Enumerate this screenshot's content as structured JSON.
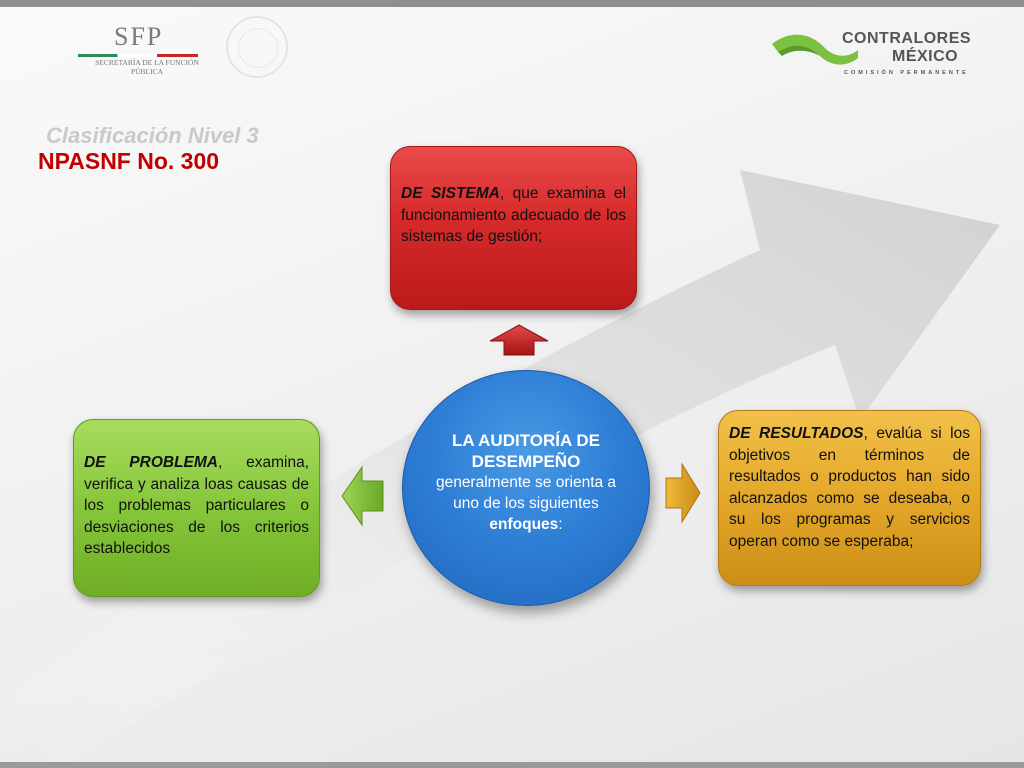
{
  "header": {
    "sfp_logo": {
      "title": "SFP",
      "subtitle": "SECRETARÍA DE LA FUNCIÓN PÚBLICA"
    },
    "contralores_logo": {
      "line1": "CONTRALORES",
      "line2": "MÉXICO",
      "line3": "COMISIÓN PERMANENTE",
      "accent_color": "#7cc242"
    }
  },
  "slide": {
    "heading": "Clasificación Nivel 3",
    "subheading": "NPASNF No. 300"
  },
  "diagram": {
    "center": {
      "title": "LA AUDITORÍA DE DESEMPEÑO",
      "body_before": "generalmente se orienta a uno de los siguientes",
      "body_bold": "enfoques",
      "body_after": ":",
      "color": "#2f7fd6"
    },
    "top": {
      "lead": "DE SISTEMA",
      "text": ", que examina el funcionamiento adecuado de los sistemas de gestión;",
      "color": "#d62a2a"
    },
    "left": {
      "lead": "DE PROBLEMA",
      "text": ", examina, verifica y analiza loas causas de los problemas particulares o desviaciones de los criterios establecidos",
      "color": "#86c63a"
    },
    "right": {
      "lead": "DE RESULTADOS",
      "text": ", evalúa si los objetivos en términos de resultados o productos han sido alcanzados como se deseaba, o su los programas y servicios operan como se esperaba;",
      "color": "#e4a728"
    }
  }
}
